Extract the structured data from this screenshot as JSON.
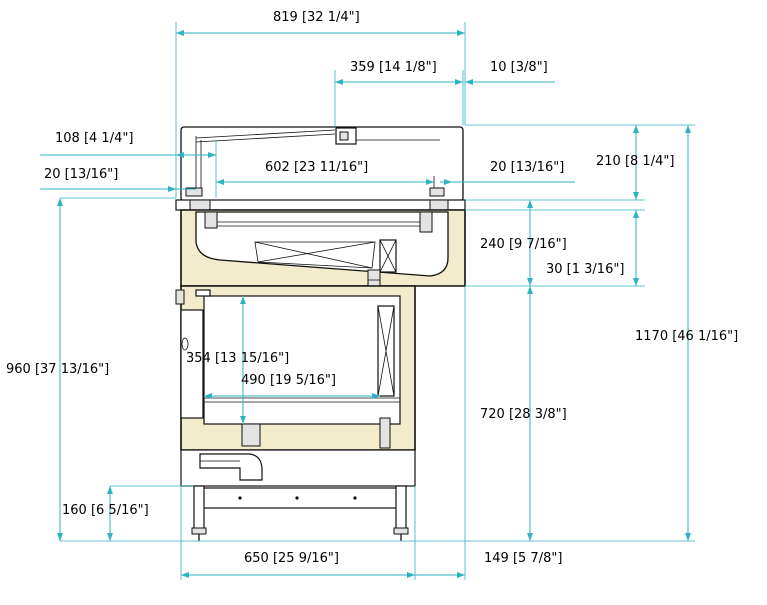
{
  "dimensions": {
    "overall_width": "819 [32 1/4\"]",
    "inner_depth": "359 [14 1/8\"]",
    "right_offset": "10 [3/8\"]",
    "left_offset": "108 [4 1/4\"]",
    "glass_thickness": "20 [13/16\"]",
    "shelf_width": "602 [23 11/16\"]",
    "right_glass": "20 [13/16\"]",
    "canopy_height": "210 [8 1/4\"]",
    "well_depth": "240 [9 7/16\"]",
    "lip_height": "30 [1 3/16\"]",
    "overall_height": "1170 [46 1/16\"]",
    "counter_height": "960 [37 13/16\"]",
    "cabinet_height": "354 [13 15/16\"]",
    "cabinet_width": "490 [19 5/16\"]",
    "base_height": "720 [28 3/8\"]",
    "leg_height": "160 [6 5/16\"]",
    "base_width": "650 [25 9/16\"]",
    "overhang": "149 [5 7/8\"]"
  }
}
